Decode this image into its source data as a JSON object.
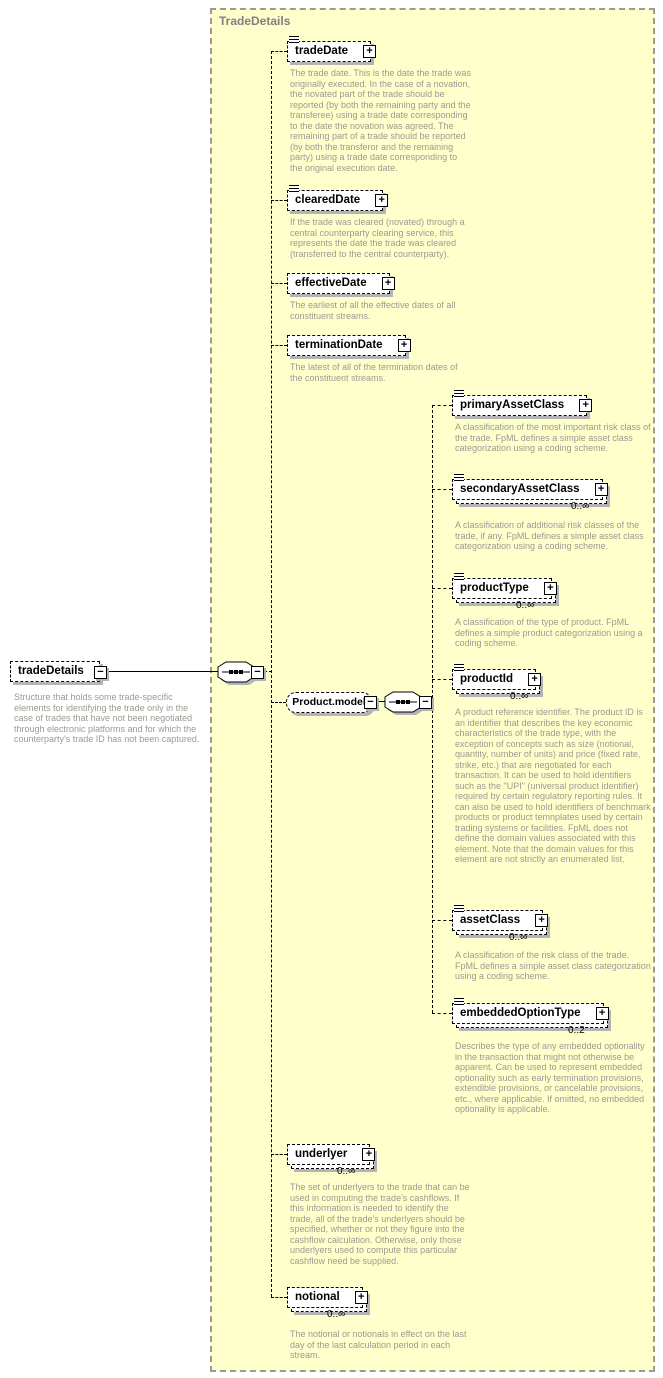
{
  "panel": {
    "title": "TradeDetails"
  },
  "icons": {
    "expand": "+",
    "collapse": "−"
  },
  "colors": {
    "panel_bg": "#FFFFCC",
    "panel_border": "#9A9A9A",
    "title_text": "#808080",
    "description_text": "#9A9A92",
    "box_shadow": "#B4B4B4",
    "box_bg": "#FFFFFF",
    "box_border": "#000000"
  },
  "root": {
    "name": "tradeDetails",
    "description": "Structure that holds some trade-specific elements for identifying the trade only in the case of trades that have not been negotiated through electronic platforms and for which the counterparty's trade ID has not been captured."
  },
  "group": {
    "name": "Product.model"
  },
  "elements": [
    {
      "name": "tradeDate",
      "occurrence": "",
      "description": "The trade date. This is the date the trade was originally executed. In the case of a novation, the novated part of the trade should be reported (by both the remaining party and the transferee) using a trade date corresponding to the date the novation was agreed. The remaining part of a trade should be reported (by both the transferor and the remaining party) using a trade date corresponding to the original execution date."
    },
    {
      "name": "clearedDate",
      "occurrence": "",
      "description": "If the trade was cleared (novated) through a central counterparty clearing service, this represents the date the trade was cleared (transferred to the central counterparty)."
    },
    {
      "name": "effectiveDate",
      "occurrence": "",
      "description": "The earliest of all the effective dates of all constituent streams."
    },
    {
      "name": "terminationDate",
      "occurrence": "",
      "description": "The latest of all of the termination dates of the constituent streams."
    },
    {
      "name": "underlyer",
      "occurrence": "0..∞",
      "description": "The set of underlyers to the trade that can be used in computing the trade's cashflows. If this information is needed to identify the trade, all of the trade's underlyers should be specified, whether or not they figure into the cashflow calculation. Otherwise, only those underlyers used to compute this particular cashflow need be supplied."
    },
    {
      "name": "notional",
      "occurrence": "0..∞",
      "description": "The notional or notionals in effect on the last day of the last calculation period in each stream."
    }
  ],
  "group_elements": [
    {
      "name": "primaryAssetClass",
      "occurrence": "",
      "description": "A classification of the most important risk class of the trade. FpML defines a simple asset class categorization using a coding scheme."
    },
    {
      "name": "secondaryAssetClass",
      "occurrence": "0..∞",
      "description": "A classification of additional risk classes of the trade, if any. FpML defines a simple asset class categorization using a coding scheme."
    },
    {
      "name": "productType",
      "occurrence": "0..∞",
      "description": "A classification of the type of product. FpML defines a simple product categorization using a coding scheme."
    },
    {
      "name": "productId",
      "occurrence": "0..∞",
      "description": "A product reference identifier. The product ID is an identifier that describes the key economic characteristics of the trade type, with the exception of concepts such as size (notional, quantity, number of units) and price (fixed rate, strike, etc.) that are negotiated for each transaction. It can be used to hold identifiers such as the \"UPI\" (universal product identifier) required by certain regulatory reporting rules. It can also be used to hold identifiers of benchmark products or product temnplates used by certain trading systems or facilities. FpML does not define the domain values associated with this element. Note that the domain values for this element are not strictly an enumerated list."
    },
    {
      "name": "assetClass",
      "occurrence": "0..∞",
      "description": "A classification of the risk class of the trade. FpML defines a simple asset class categorization using a coding scheme."
    },
    {
      "name": "embeddedOptionType",
      "occurrence": "0..2",
      "description": "Describes the type of any embedded optionality in the transaction that might not otherwise be apparent. Can be used to represent embedded optionality such as early termination provisions, extendible provisions, or cancelable provisions, etc., where applicable. If omitted, no embedded optionality is applicable."
    }
  ]
}
